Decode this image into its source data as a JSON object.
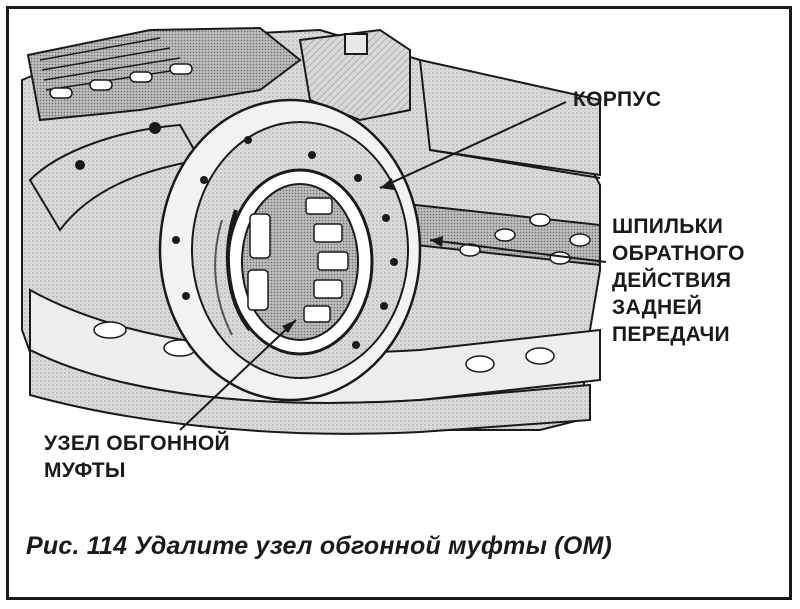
{
  "figure": {
    "caption": "Рис. 114 Удалите узел обгонной муфты (ОМ)"
  },
  "callouts": {
    "housing": "КОРПУС",
    "reverse_studs": "ШПИЛЬКИ\nОБРАТНОГО\nДЕЙСТВИЯ\nЗАДНЕЙ\nПЕРЕДАЧИ",
    "overrunning_clutch": "УЗЕЛ ОБГОННОЙ\nМУФТЫ"
  },
  "colors": {
    "ink": "#1a1a1a",
    "casting_shade": "#cfcfcf",
    "background": "#ffffff"
  }
}
